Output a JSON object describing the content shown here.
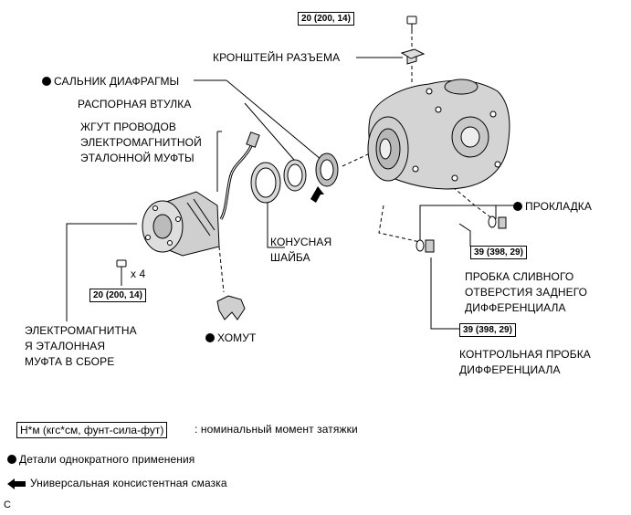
{
  "labels": {
    "bracket": "КРОНШТЕЙН РАЗЪЕМА",
    "diaphragm_seal": "САЛЬНИК ДИАФРАГМЫ",
    "spacer": "РАСПОРНАЯ ВТУЛКА",
    "harness_1": "ЖГУТ ПРОВОДОВ",
    "harness_2": "ЭЛЕКТРОМАГНИТНОЙ",
    "harness_3": "ЭТАЛОННОЙ МУФТЫ",
    "cone_washer_1": "КОНУСНАЯ",
    "cone_washer_2": "ШАЙБА",
    "gasket": "ПРОКЛАДКА",
    "drain_plug_1": "ПРОБКА СЛИВНОГО",
    "drain_plug_2": "ОТВЕРСТИЯ ЗАДНЕГО",
    "drain_plug_3": "ДИФФЕРЕНЦИАЛА",
    "filler_plug_1": "КОНТРОЛЬНАЯ ПРОБКА",
    "filler_plug_2": "ДИФФЕРЕНЦИАЛА",
    "clutch_1": "ЭЛЕКТРОМАГНИТНА",
    "clutch_2": "Я ЭТАЛОННАЯ",
    "clutch_3": "МУФТА В СБОРЕ",
    "clamp": "ХОМУТ",
    "times4": "x 4"
  },
  "torques": {
    "bracket_bolt": "20 (200, 14)",
    "clutch_bolts": "20 (200, 14)",
    "drain_plug": "39 (398, 29)",
    "filler_plug": "39 (398, 29)"
  },
  "legend": {
    "torque_unit": "Н*м (кгс*см, фунт-сила-фут)",
    "torque_desc": ": номинальный момент затяжки",
    "single_use": "Детали однократного применения",
    "grease": "Универсальная консистентная смазка"
  },
  "corner_letter": "C"
}
